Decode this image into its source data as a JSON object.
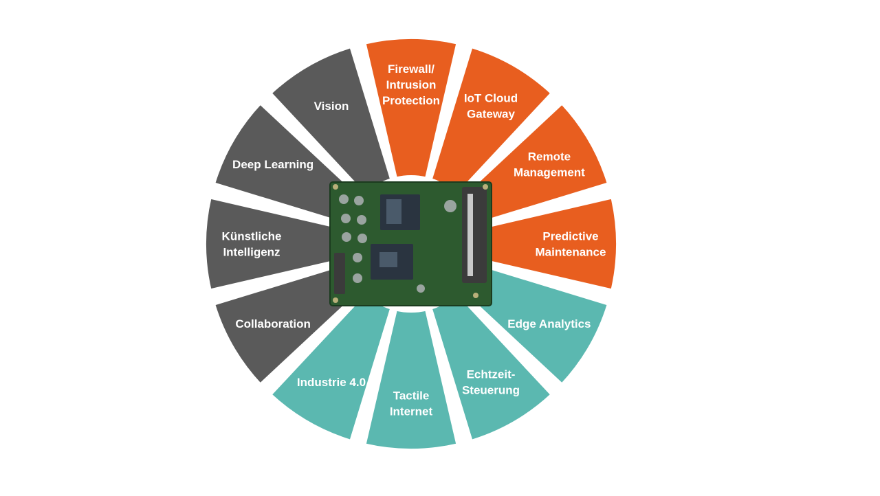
{
  "segments": [
    {
      "id": "firewall",
      "lines": [
        "Firewall/",
        "Intrusion",
        "Protection"
      ],
      "group": "security"
    },
    {
      "id": "iot-cloud-gateway",
      "lines": [
        "IoT Cloud",
        "Gateway"
      ],
      "group": "security"
    },
    {
      "id": "remote-management",
      "lines": [
        "Remote",
        "Management"
      ],
      "group": "security"
    },
    {
      "id": "predictive-maintenance",
      "lines": [
        "Predictive",
        "Maintenance"
      ],
      "group": "security"
    },
    {
      "id": "edge-analytics",
      "lines": [
        "Edge Analytics"
      ],
      "group": "industry"
    },
    {
      "id": "echtzeit-steuerung",
      "lines": [
        "Echtzeit-",
        "Steuerung"
      ],
      "group": "industry"
    },
    {
      "id": "tactile-internet",
      "lines": [
        "Tactile",
        "Internet"
      ],
      "group": "industry"
    },
    {
      "id": "industrie-4",
      "lines": [
        "Industrie 4.0"
      ],
      "group": "industry"
    },
    {
      "id": "collaboration",
      "lines": [
        "Collaboration"
      ],
      "group": "ai"
    },
    {
      "id": "kuenstliche-intelligenz",
      "lines": [
        "Künstliche",
        "Intelligenz"
      ],
      "group": "ai"
    },
    {
      "id": "deep-learning",
      "lines": [
        "Deep Learning"
      ],
      "group": "ai"
    },
    {
      "id": "vision",
      "lines": [
        "Vision"
      ],
      "group": "ai"
    }
  ],
  "colors": {
    "security": "#e85e1f",
    "industry": "#5bb8b0",
    "ai": "#5a5a5a",
    "text": "#ffffff",
    "background": "#ffffff"
  },
  "center_image": {
    "name": "computer-on-module-board"
  }
}
